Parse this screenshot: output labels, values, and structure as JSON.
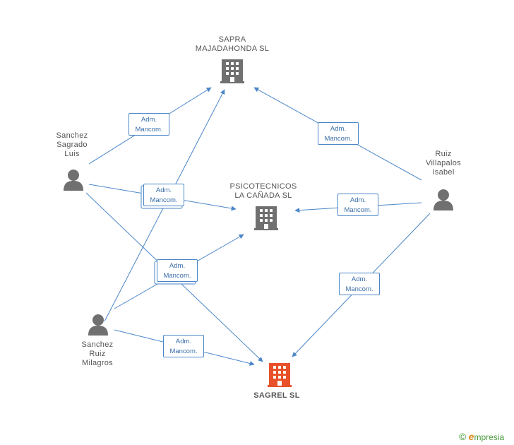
{
  "nodes": {
    "sapra": {
      "label": "SAPRA\nMAJADAHONDA SL",
      "type": "company"
    },
    "psico": {
      "label": "PSICOTECNICOS\nLA CAÑADA SL",
      "type": "company"
    },
    "sagrel": {
      "label": "SAGREL SL",
      "type": "company-highlight"
    },
    "sanchez_sagrado": {
      "label": "Sanchez\nSagrado\nLuis",
      "type": "person"
    },
    "ruiz_villapalos": {
      "label": "Ruiz\nVillapalos\nIsabel",
      "type": "person"
    },
    "sanchez_ruiz": {
      "label": "Sanchez\nRuiz\nMilagros",
      "type": "person"
    }
  },
  "edge_labels": {
    "e1": "Adm.\nMancom.",
    "e2": "Adm.\nMancom.",
    "e3": "Adm.\nMancom.",
    "e4": "Adm.\nMancom.",
    "e5": "Adm.\nMancom.",
    "e6": "Adm.\nMancom.",
    "e7": "Adm.\nMancom."
  },
  "colors": {
    "edge": "#4a86c8",
    "company": "#707070",
    "company_highlight": "#e8512a",
    "person": "#707070"
  },
  "brand": {
    "copyright": "©",
    "e": "e",
    "name": "mpresia"
  }
}
